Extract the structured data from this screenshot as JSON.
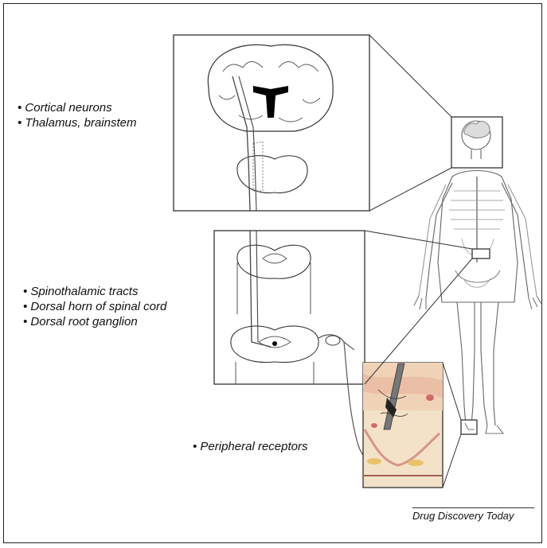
{
  "labels": {
    "brain_group": [
      "• Cortical neurons",
      "• Thalamus, brainstem"
    ],
    "spine_group": [
      "• Spinothalamic tracts",
      "• Dorsal horn of spinal cord",
      "• Dorsal root ganglion"
    ],
    "periphery_group": [
      "• Peripheral receptors"
    ]
  },
  "credit": "Drug Discovery Today"
}
